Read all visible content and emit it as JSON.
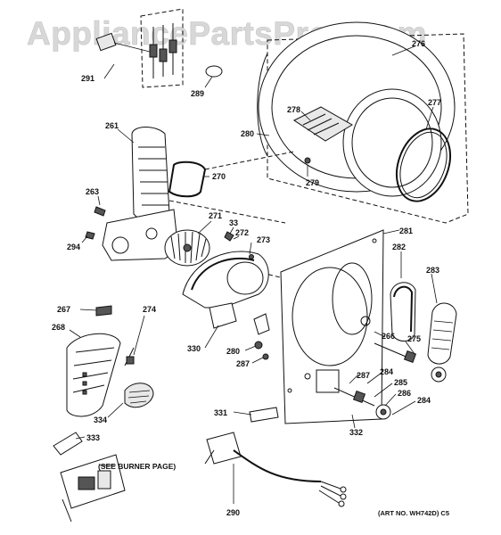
{
  "watermark": "AppliancePartsPros.com",
  "art_note": "(ART NO. WH742D) C5",
  "burner_note": "(SEE BURNER PAGE)",
  "labels": {
    "p276": "276",
    "p277": "277",
    "p278": "278",
    "p279": "279",
    "p280": "280",
    "p281": "281",
    "p282": "282",
    "p283": "283",
    "p261": "261",
    "p270": "270",
    "p263": "263",
    "p294": "294",
    "p271": "271",
    "p33": "33",
    "p272": "272",
    "p273": "273",
    "p291": "291",
    "p289": "289",
    "p267": "267",
    "p268": "268",
    "p274": "274",
    "p330": "330",
    "p280b": "280",
    "p287": "287",
    "p266": "266",
    "p275": "275",
    "p287b": "287",
    "p284": "284",
    "p285": "285",
    "p286": "286",
    "p284b": "284",
    "p332": "332",
    "p331": "331",
    "p334": "334",
    "p333": "333",
    "p290": "290"
  }
}
